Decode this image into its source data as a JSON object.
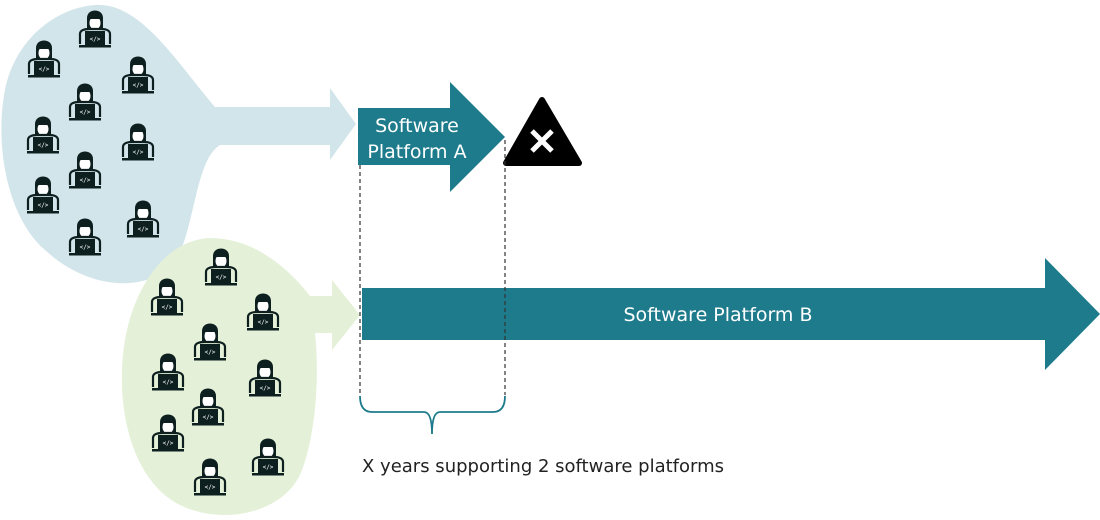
{
  "platform_a": {
    "line1": "Software",
    "line2": "Platform A"
  },
  "platform_b": {
    "label": "Software Platform B"
  },
  "caption": "X years supporting 2 software platforms",
  "colors": {
    "teal": "#1e7b8c",
    "blue_blob": "#d2e5ea",
    "green_blob": "#e4f1d8",
    "icon": "#0d1f1f"
  },
  "icons": {
    "developer": "developer-icon",
    "cancel": "x-triangle-icon"
  }
}
